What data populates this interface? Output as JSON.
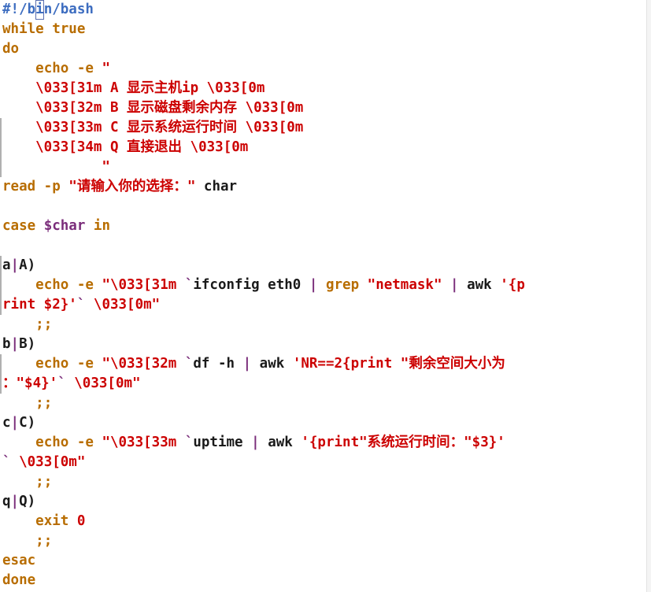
{
  "editor": {
    "language": "bash",
    "lines": [
      [
        {
          "c": "cmt",
          "t": "#!/b"
        },
        {
          "c": "cmt cursor",
          "t": "i"
        },
        {
          "c": "cmt",
          "t": "n/bash"
        }
      ],
      [
        {
          "c": "kw",
          "t": "while true"
        }
      ],
      [
        {
          "c": "kw",
          "t": "do"
        }
      ],
      [
        {
          "c": "plain",
          "t": "    "
        },
        {
          "c": "kw",
          "t": "echo -e "
        },
        {
          "c": "str",
          "t": "\""
        }
      ],
      [
        {
          "c": "str",
          "t": "    \\033[31m A 显示主机ip \\033[0m"
        }
      ],
      [
        {
          "c": "str",
          "t": "    \\033[32m B 显示磁盘剩余内存 \\033[0m"
        }
      ],
      [
        {
          "c": "str",
          "t": "    \\033[33m C 显示系统运行时间 \\033[0m"
        }
      ],
      [
        {
          "c": "str",
          "t": "    \\033[34m Q 直接退出 \\033[0m"
        }
      ],
      [
        {
          "c": "str",
          "t": "            \""
        }
      ],
      [
        {
          "c": "kw",
          "t": "read -p "
        },
        {
          "c": "str",
          "t": "\"请输入你的选择：\""
        },
        {
          "c": "plain",
          "t": " char"
        }
      ],
      [
        {
          "c": "plain",
          "t": ""
        }
      ],
      [
        {
          "c": "kw",
          "t": "case "
        },
        {
          "c": "var",
          "t": "$char"
        },
        {
          "c": "kw",
          "t": " in"
        }
      ],
      [
        {
          "c": "plain",
          "t": ""
        }
      ],
      [
        {
          "c": "plain",
          "t": "a"
        },
        {
          "c": "var",
          "t": "|"
        },
        {
          "c": "plain",
          "t": "A)"
        }
      ],
      [
        {
          "c": "plain",
          "t": "    "
        },
        {
          "c": "kw",
          "t": "echo -e "
        },
        {
          "c": "str",
          "t": "\"\\033[31m "
        },
        {
          "c": "var",
          "t": "`"
        },
        {
          "c": "plain",
          "t": "ifconfig eth0 "
        },
        {
          "c": "var",
          "t": "|"
        },
        {
          "c": "plain",
          "t": " "
        },
        {
          "c": "kw",
          "t": "grep "
        },
        {
          "c": "str",
          "t": "\"netmask\""
        },
        {
          "c": "plain",
          "t": " "
        },
        {
          "c": "var",
          "t": "|"
        },
        {
          "c": "plain",
          "t": " awk "
        },
        {
          "c": "str",
          "t": "'{p"
        }
      ],
      [
        {
          "c": "str",
          "t": "rint $2}'"
        },
        {
          "c": "var",
          "t": "`"
        },
        {
          "c": "str",
          "t": " \\033[0m\""
        }
      ],
      [
        {
          "c": "plain",
          "t": "    "
        },
        {
          "c": "kw",
          "t": ";;"
        }
      ],
      [
        {
          "c": "plain",
          "t": "b"
        },
        {
          "c": "var",
          "t": "|"
        },
        {
          "c": "plain",
          "t": "B)"
        }
      ],
      [
        {
          "c": "plain",
          "t": "    "
        },
        {
          "c": "kw",
          "t": "echo -e "
        },
        {
          "c": "str",
          "t": "\"\\033[32m "
        },
        {
          "c": "var",
          "t": "`"
        },
        {
          "c": "plain",
          "t": "df -h "
        },
        {
          "c": "var",
          "t": "|"
        },
        {
          "c": "plain",
          "t": " awk "
        },
        {
          "c": "str",
          "t": "'NR==2{print \"剩余空间大小为"
        }
      ],
      [
        {
          "c": "str",
          "t": "：\"$4}'"
        },
        {
          "c": "var",
          "t": "`"
        },
        {
          "c": "str",
          "t": " \\033[0m\""
        }
      ],
      [
        {
          "c": "plain",
          "t": "    "
        },
        {
          "c": "kw",
          "t": ";;"
        }
      ],
      [
        {
          "c": "plain",
          "t": "c"
        },
        {
          "c": "var",
          "t": "|"
        },
        {
          "c": "plain",
          "t": "C)"
        }
      ],
      [
        {
          "c": "plain",
          "t": "    "
        },
        {
          "c": "kw",
          "t": "echo -e "
        },
        {
          "c": "str",
          "t": "\"\\033[33m "
        },
        {
          "c": "var",
          "t": "`"
        },
        {
          "c": "plain",
          "t": "uptime "
        },
        {
          "c": "var",
          "t": "|"
        },
        {
          "c": "plain",
          "t": " awk "
        },
        {
          "c": "str",
          "t": "'{print\"系统运行时间：\"$3}'"
        }
      ],
      [
        {
          "c": "var",
          "t": "`"
        },
        {
          "c": "str",
          "t": " \\033[0m\""
        }
      ],
      [
        {
          "c": "plain",
          "t": "    "
        },
        {
          "c": "kw",
          "t": ";;"
        }
      ],
      [
        {
          "c": "plain",
          "t": "q"
        },
        {
          "c": "var",
          "t": "|"
        },
        {
          "c": "plain",
          "t": "Q)"
        }
      ],
      [
        {
          "c": "plain",
          "t": "    "
        },
        {
          "c": "kw",
          "t": "exit "
        },
        {
          "c": "str",
          "t": "0"
        }
      ],
      [
        {
          "c": "plain",
          "t": "    "
        },
        {
          "c": "kw",
          "t": ";;"
        }
      ],
      [
        {
          "c": "kw",
          "t": "esac"
        }
      ],
      [
        {
          "c": "kw",
          "t": "done"
        }
      ]
    ]
  }
}
